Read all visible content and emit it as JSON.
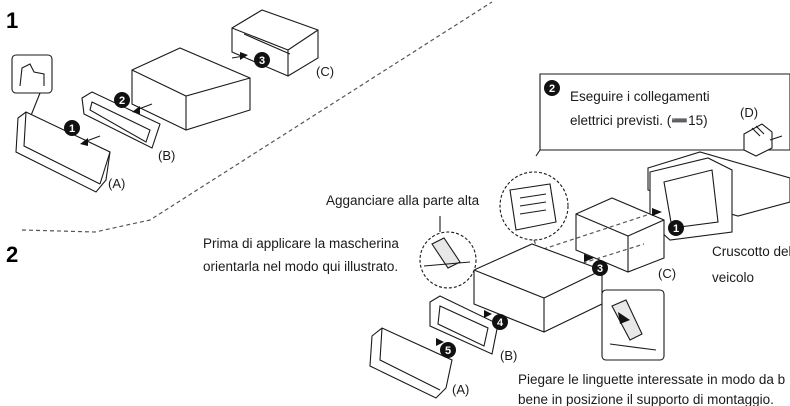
{
  "steps": {
    "step1": "1",
    "step2": "2"
  },
  "badges": {
    "b1": "1",
    "b2": "2",
    "b3": "3",
    "b4": "4",
    "b5": "5"
  },
  "labels": {
    "a": "(A)",
    "b": "(B)",
    "c": "(C)",
    "d": "(D)",
    "a2": "(A)",
    "b2": "(B)",
    "c2": "(C)"
  },
  "callouts": {
    "connections_line1": "Eseguire i collegamenti",
    "connections_line2": "elettrici previsti. (➖15)",
    "hook_top": "Agganciare alla parte alta",
    "orient_line1": "Prima di applicare la mascherina",
    "orient_line2": "orientarla nel modo qui illustrato.",
    "dashboard_line1": "Cruscotto del",
    "dashboard_line2": "veicolo",
    "bend_line1": "Piegare le linguette interessate in modo da b",
    "bend_line2": "bene in posizione il supporto di montaggio."
  }
}
